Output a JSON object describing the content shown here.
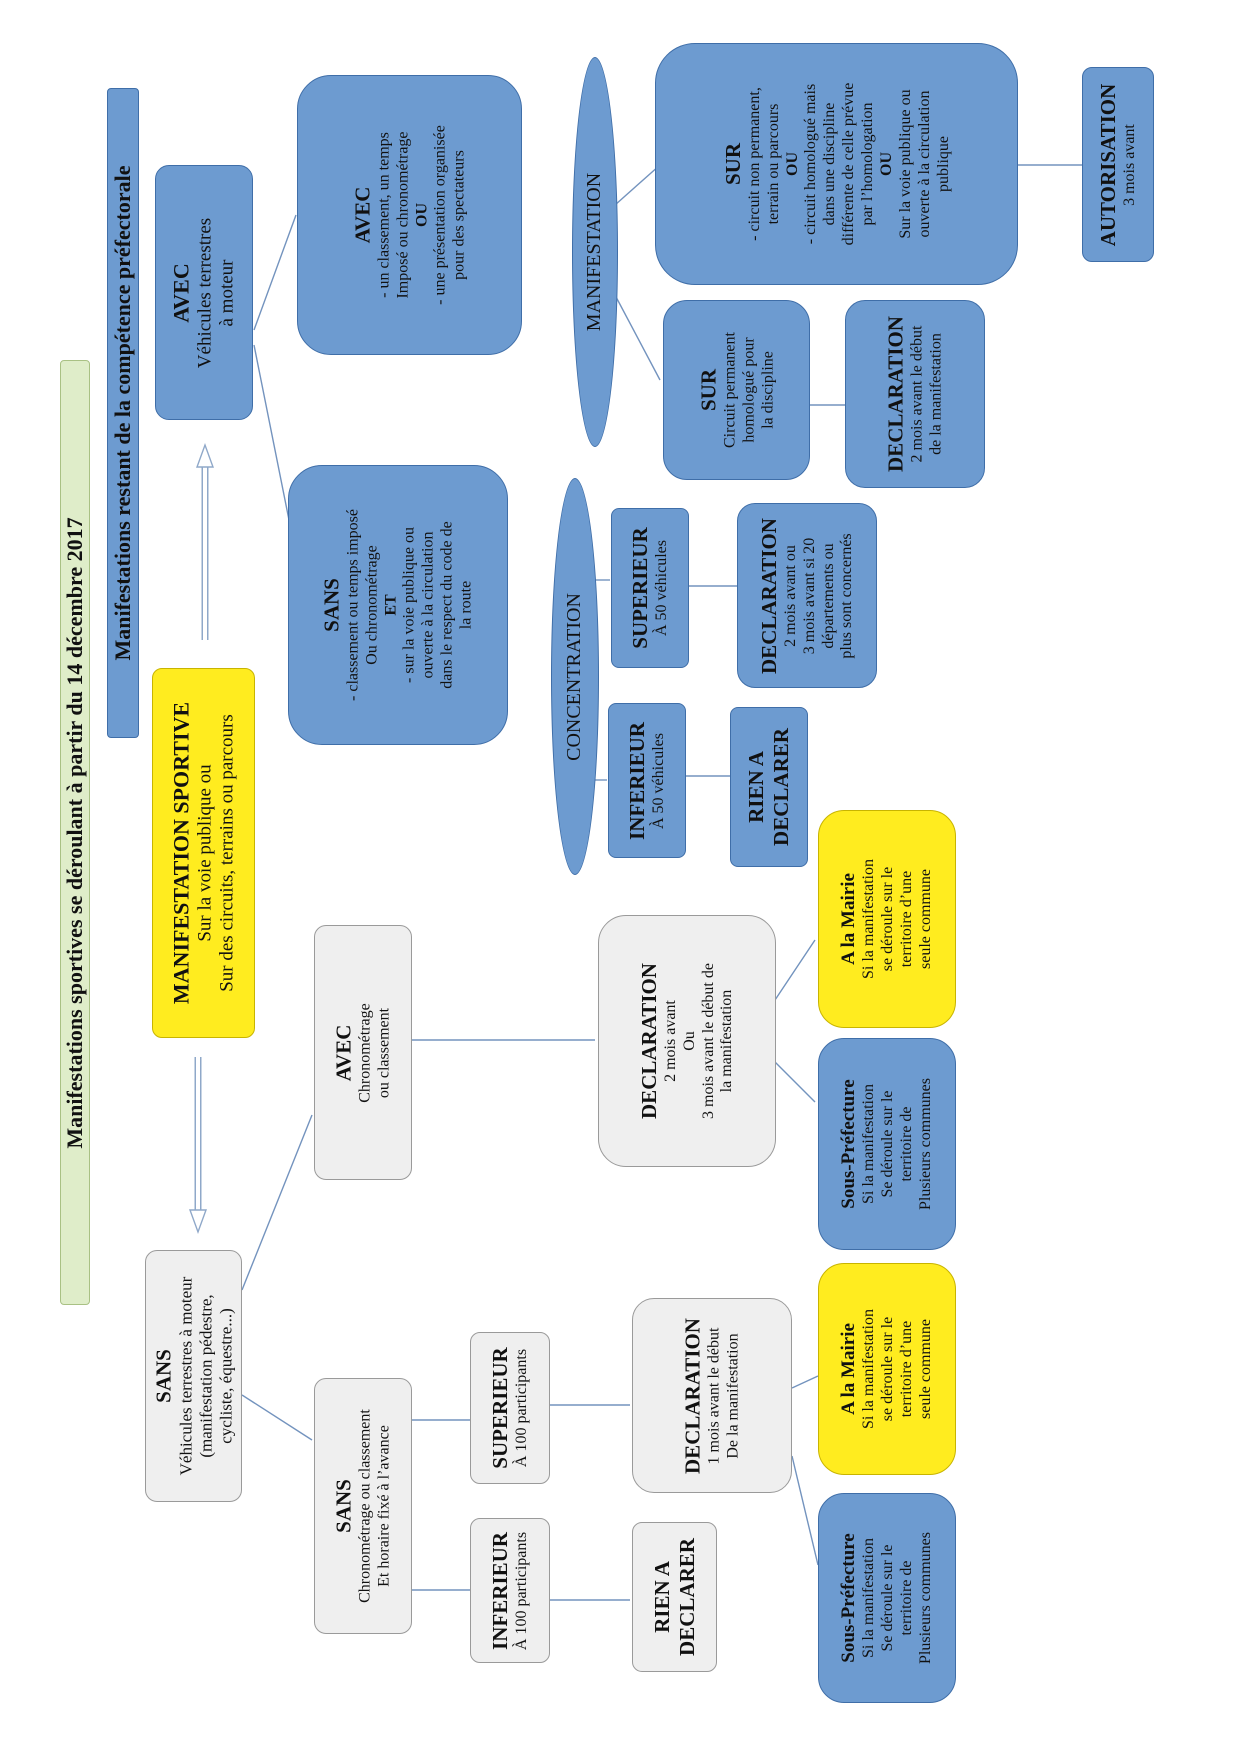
{
  "header": {
    "main_title": "Manifestations sportives se déroulant à partir du 14 décembre 2017",
    "subtitle": "Manifestations restant de la compétence préfectorale"
  },
  "root": {
    "title": "MANIFESTATION SPORTIVE",
    "line1": "Sur la voie publique ou",
    "line2": "Sur des circuits, terrains ou parcours"
  },
  "sans_vehicules": {
    "title": "SANS",
    "line1": "Véhicules terrestres à moteur",
    "line2": "(manifestation pédestre,",
    "line3": "cycliste, équestre...)"
  },
  "sans_chrono": {
    "title": "SANS",
    "line1": "Chronométrage ou classement",
    "line2": "Et horaire fixé à l’avance"
  },
  "inferieur_100": {
    "title": "INFERIEUR",
    "line1": "À 100 participants"
  },
  "rien_declarer_1": {
    "line1": "RIEN A",
    "line2": "DECLARER"
  },
  "superieur_100": {
    "title": "SUPERIEUR",
    "line1": "À 100 participants"
  },
  "declaration_1mois": {
    "title": "DECLARATION",
    "line1": "1 mois avant le début",
    "line2": "De la manifestation"
  },
  "sous_prefecture_1": {
    "title": "Sous-Préfecture",
    "line1": "Si la manifestation",
    "line2": "Se déroule sur le",
    "line3": "territoire de",
    "line4": "Plusieurs communes"
  },
  "mairie_1": {
    "title": "A la Mairie",
    "line1": "Si la manifestation",
    "line2": "se déroule sur le",
    "line3": "territoire d’une",
    "line4": "seule commune"
  },
  "avec_chrono": {
    "title": "AVEC",
    "line1": "Chronométrage",
    "line2": "ou classement"
  },
  "declaration_2mois": {
    "title": "DECLARATION",
    "line1": "2 mois avant",
    "line2": "Ou",
    "line3": "3 mois avant le début de",
    "line4": "la manifestation"
  },
  "sous_prefecture_2": {
    "title": "Sous-Préfecture",
    "line1": "Si la manifestation",
    "line2": "Se déroule sur le",
    "line3": "territoire de",
    "line4": "Plusieurs communes"
  },
  "mairie_2": {
    "title": "A la Mairie",
    "line1": "Si la manifestation",
    "line2": "se déroule sur le",
    "line3": "territoire d’une",
    "line4": "seule commune"
  },
  "avec_vehicules": {
    "title": "AVEC",
    "line1": "Véhicules terrestres",
    "line2": "à moteur"
  },
  "sans_classement": {
    "title": "SANS",
    "line1": "- classement ou temps imposé",
    "line2": "Ou chronométrage",
    "line3": "ET",
    "line4": "- sur la voie publique ou",
    "line5": "ouverte à la circulation",
    "line6": "dans le respect du code de",
    "line7": "la route"
  },
  "avec_classement": {
    "title": "AVEC",
    "line1": "- un classement, un temps",
    "line2": "Imposé ou chronométrage",
    "line3": "OU",
    "line4": "- une présentation organisée",
    "line5": "pour des spectateurs"
  },
  "concentration": {
    "label": "CONCENTRATION"
  },
  "inferieur_50": {
    "title": "INFERIEUR",
    "line1": "À 50 véhicules"
  },
  "rien_declarer_2": {
    "line1": "RIEN A",
    "line2": "DECLARER"
  },
  "superieur_50": {
    "title": "SUPERIEUR",
    "line1": "À 50 véhicules"
  },
  "declaration_conc": {
    "title": "DECLARATION",
    "line1": "2 mois avant ou",
    "line2": "3 mois avant si 20",
    "line3": "départements ou",
    "line4": "plus sont concernés"
  },
  "manifestation": {
    "label": "MANIFESTATION"
  },
  "sur_permanent": {
    "title": "SUR",
    "line1": "Circuit permanent",
    "line2": "homologué pour",
    "line3": "la discipline"
  },
  "declaration_manif": {
    "title": "DECLARATION",
    "line1": "2 mois avant le début",
    "line2": "de la manifestation"
  },
  "sur_non_permanent": {
    "title": "SUR",
    "line1": "-   circuit non permanent,",
    "line2": "terrain ou parcours",
    "line3": "OU",
    "line4": "- circuit homologué mais",
    "line5": "dans une discipline",
    "line6": "différente de celle prévue",
    "line7": "par l’homologation",
    "line8": "OU",
    "line9": "Sur la voie publique ou",
    "line10": "ouverte à la circulation",
    "line11": "publique"
  },
  "autorisation": {
    "title": "AUTORISATION",
    "line1": "3 mois avant"
  },
  "colors": {
    "blue": "#6d9bd0",
    "grey": "#efefef",
    "yellow": "#ffec1f",
    "green": "#dfedc9",
    "line": "#6f90bd"
  }
}
